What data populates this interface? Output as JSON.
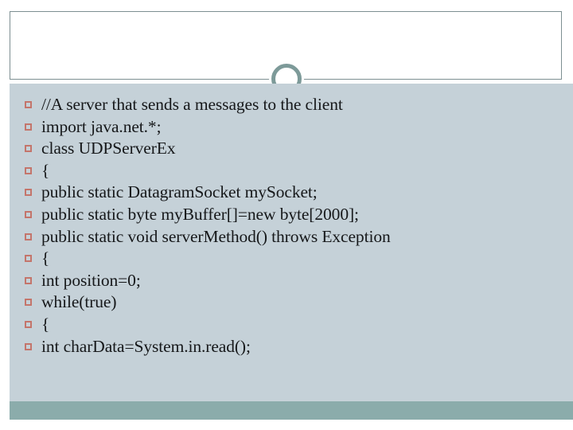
{
  "slide": {
    "title": "",
    "title_placeholder": "Click to add title",
    "theme": {
      "body_background": "#c5d1d8",
      "title_background": "#ffffff",
      "frame_line": "#7d8f92",
      "accent_bar": "#8bacab",
      "ring": "#7d9a99",
      "bullet_marker": "#c4756b",
      "body_text": "#16181a"
    },
    "decoration": {
      "ring_icon": "circle-outline-icon",
      "rule": "horizontal-divider"
    },
    "bullets": [
      "//A server that sends a messages to the client",
      "import java.net.*;",
      "class UDPServerEx",
      "{",
      "public static DatagramSocket mySocket;",
      "public static byte myBuffer[]=new byte[2000];",
      "public static void serverMethod() throws Exception",
      "{",
      "int position=0;",
      "while(true)",
      "{",
      "int charData=System.in.read();"
    ]
  }
}
